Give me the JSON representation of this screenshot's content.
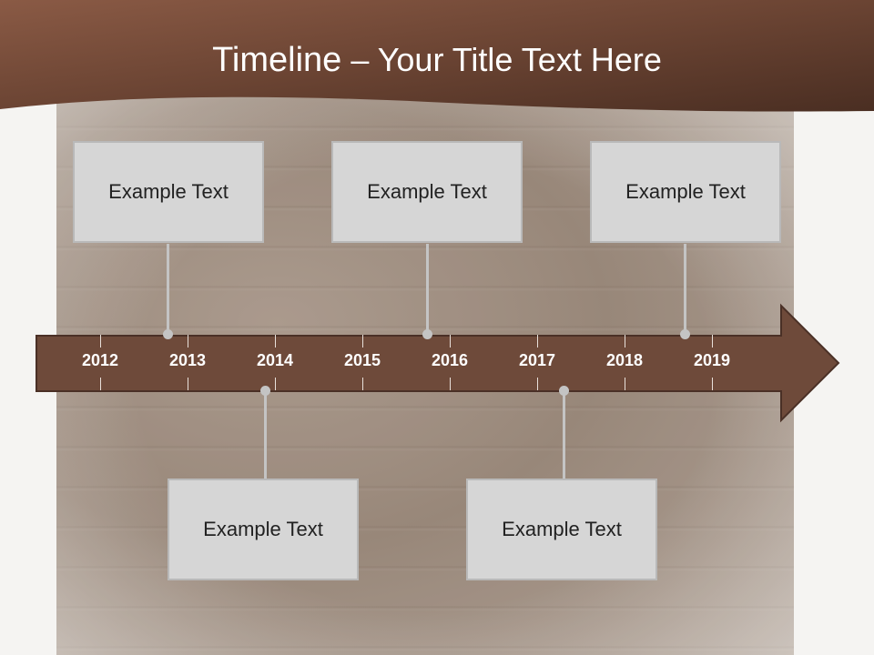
{
  "title": {
    "lead": "Timeline",
    "rest": " – Your Title Text Here"
  },
  "colors": {
    "header": "#6b4433",
    "arrow": "#6e4a3a",
    "box": "#d6d6d6"
  },
  "years": [
    "2012",
    "2013",
    "2014",
    "2015",
    "2016",
    "2017",
    "2018",
    "2019"
  ],
  "events": [
    {
      "label": "Example Text",
      "position": "above"
    },
    {
      "label": "Example Text",
      "position": "above"
    },
    {
      "label": "Example Text",
      "position": "above"
    },
    {
      "label": "Example Text",
      "position": "below"
    },
    {
      "label": "Example Text",
      "position": "below"
    }
  ]
}
